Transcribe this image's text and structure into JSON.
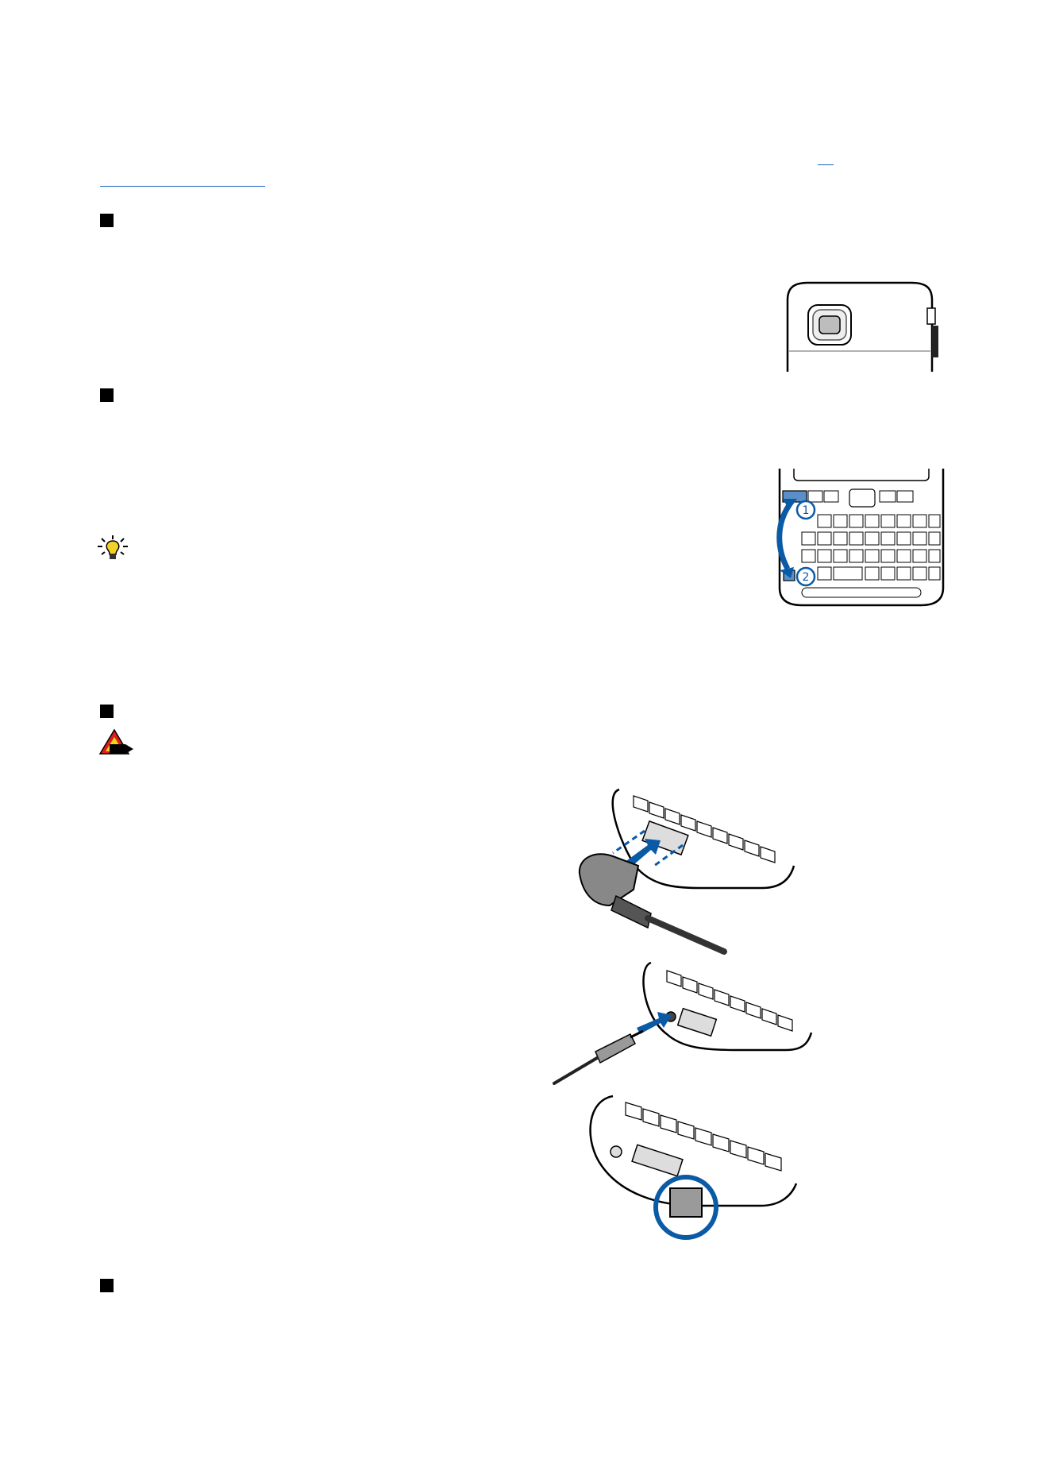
{
  "page": {
    "background": "#ffffff",
    "link_color": "#1a63c6",
    "accent_blue": "#0b5aa6"
  },
  "sections": [
    {
      "marker": "section-marker-1"
    },
    {
      "marker": "section-marker-2"
    },
    {
      "marker": "section-marker-3"
    },
    {
      "marker": "section-marker-4"
    }
  ],
  "icons": {
    "tip": "lightbulb-icon",
    "warning": "warning-icon"
  },
  "illustrations": {
    "keypad_step_1": "1",
    "keypad_step_2": "2"
  }
}
